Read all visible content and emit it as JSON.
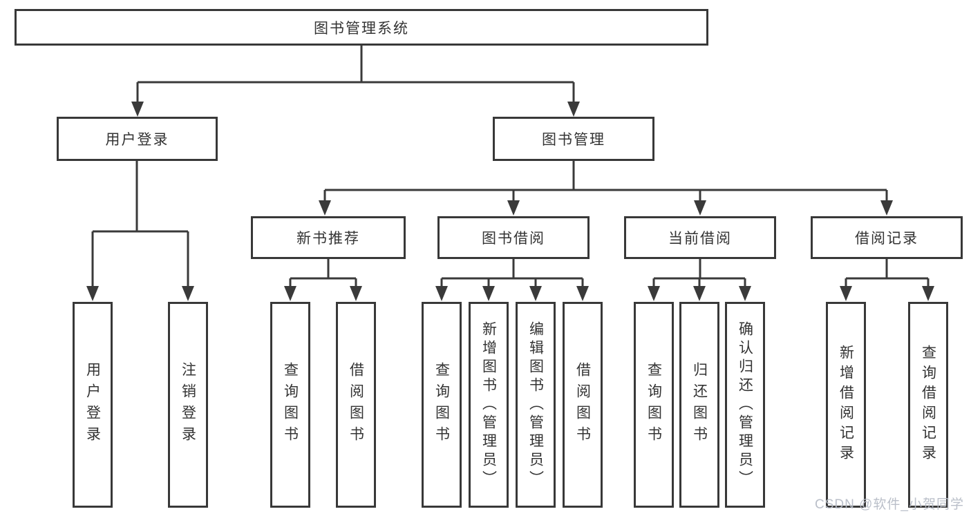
{
  "nodes": {
    "root": "图书管理系统",
    "user_login": "用户登录",
    "book_mgmt": "图书管理",
    "new_book_rec": "新书推荐",
    "book_borrow": "图书借阅",
    "current_borrow": "当前借阅",
    "borrow_records": "借阅记录",
    "ul_user_login": "用户登录",
    "ul_logout": "注销登录",
    "nb_query_books": "查询图书",
    "nb_borrow_books": "借阅图书",
    "bb_query_books": "查询图书",
    "bb_add_books": "新增图书（管理员）",
    "bb_edit_books": "编辑图书（管理员）",
    "bb_borrow_books": "借阅图书",
    "cb_query_books": "查询图书",
    "cb_return_books": "归还图书",
    "cb_confirm_return": "确认归还（管理员）",
    "br_add_record": "新增借阅记录",
    "br_query_record": "查询借阅记录"
  },
  "colors": {
    "line": "#3a3a3a",
    "text": "#333333",
    "watermark": "#b6bcc6",
    "background": "#ffffff"
  },
  "watermark": "CSDN @软件_小贺同学"
}
